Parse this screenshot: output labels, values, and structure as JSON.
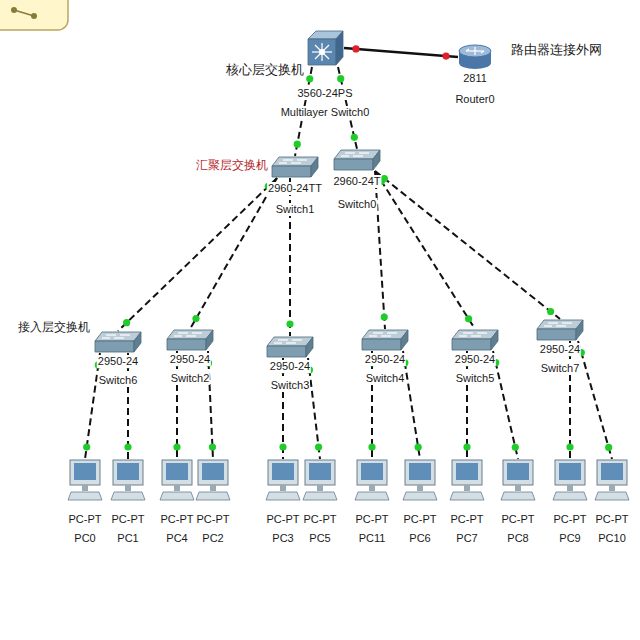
{
  "diagram": {
    "nodes": [
      {
        "text": [
          "3560-24PS",
          "Multilayer Switch0"
        ]
      },
      {
        "text": [
          "2811",
          "Router0"
        ]
      },
      {
        "text": [
          "2960-24TT",
          "Switch1"
        ]
      },
      {
        "text": [
          "2960-24T",
          "Switch0"
        ]
      },
      {
        "text": [
          "2950-24",
          "Switch6"
        ]
      },
      {
        "text": [
          "2950-24",
          "Switch2"
        ]
      },
      {
        "text": [
          "2950-24",
          "Switch3"
        ]
      },
      {
        "text": [
          "2950-24",
          "Switch4"
        ]
      },
      {
        "text": [
          "2950-24",
          "Switch5"
        ]
      },
      {
        "text": [
          "2950-24",
          "Switch7"
        ]
      },
      {
        "text": [
          "PC-PT",
          "PC0"
        ]
      },
      {
        "text": [
          "PC-PT",
          "PC1"
        ]
      },
      {
        "text": [
          "PC-PT",
          "PC4"
        ]
      },
      {
        "text": [
          "PC-PT",
          "PC2"
        ]
      },
      {
        "text": [
          "PC-PT",
          "PC3"
        ]
      },
      {
        "text": [
          "PC-PT",
          "PC5"
        ]
      },
      {
        "text": [
          "PC-PT",
          "PC11"
        ]
      },
      {
        "text": [
          "PC-PT",
          "PC6"
        ]
      },
      {
        "text": [
          "PC-PT",
          "PC7"
        ]
      },
      {
        "text": [
          "PC-PT",
          "PC8"
        ]
      },
      {
        "text": [
          "PC-PT",
          "PC9"
        ]
      },
      {
        "text": [
          "PC-PT",
          "PC10"
        ]
      }
    ],
    "edges": [
      {
        "from": 0,
        "to": 1,
        "arrow": "none"
      },
      {
        "from": 0,
        "to": 2,
        "arrow": "none"
      },
      {
        "from": 0,
        "to": 3,
        "arrow": "none"
      },
      {
        "from": 2,
        "to": 4,
        "arrow": "none"
      },
      {
        "from": 2,
        "to": 5,
        "arrow": "none"
      },
      {
        "from": 2,
        "to": 6,
        "arrow": "none"
      },
      {
        "from": 3,
        "to": 7,
        "arrow": "none"
      },
      {
        "from": 3,
        "to": 8,
        "arrow": "none"
      },
      {
        "from": 3,
        "to": 9,
        "arrow": "none"
      },
      {
        "from": 4,
        "to": 10,
        "arrow": "none"
      },
      {
        "from": 4,
        "to": 11,
        "arrow": "none"
      },
      {
        "from": 5,
        "to": 12,
        "arrow": "none"
      },
      {
        "from": 5,
        "to": 13,
        "arrow": "none"
      },
      {
        "from": 6,
        "to": 14,
        "arrow": "none"
      },
      {
        "from": 6,
        "to": 15,
        "arrow": "none"
      },
      {
        "from": 7,
        "to": 16,
        "arrow": "none"
      },
      {
        "from": 7,
        "to": 17,
        "arrow": "none"
      },
      {
        "from": 8,
        "to": 18,
        "arrow": "none"
      },
      {
        "from": 8,
        "to": 19,
        "arrow": "none"
      },
      {
        "from": 9,
        "to": 20,
        "arrow": "none"
      },
      {
        "from": 9,
        "to": 21,
        "arrow": "none"
      }
    ],
    "labels": [
      "核心层交换机",
      "路由器连接外网",
      "汇聚层交换机",
      "接入层交换机"
    ]
  }
}
